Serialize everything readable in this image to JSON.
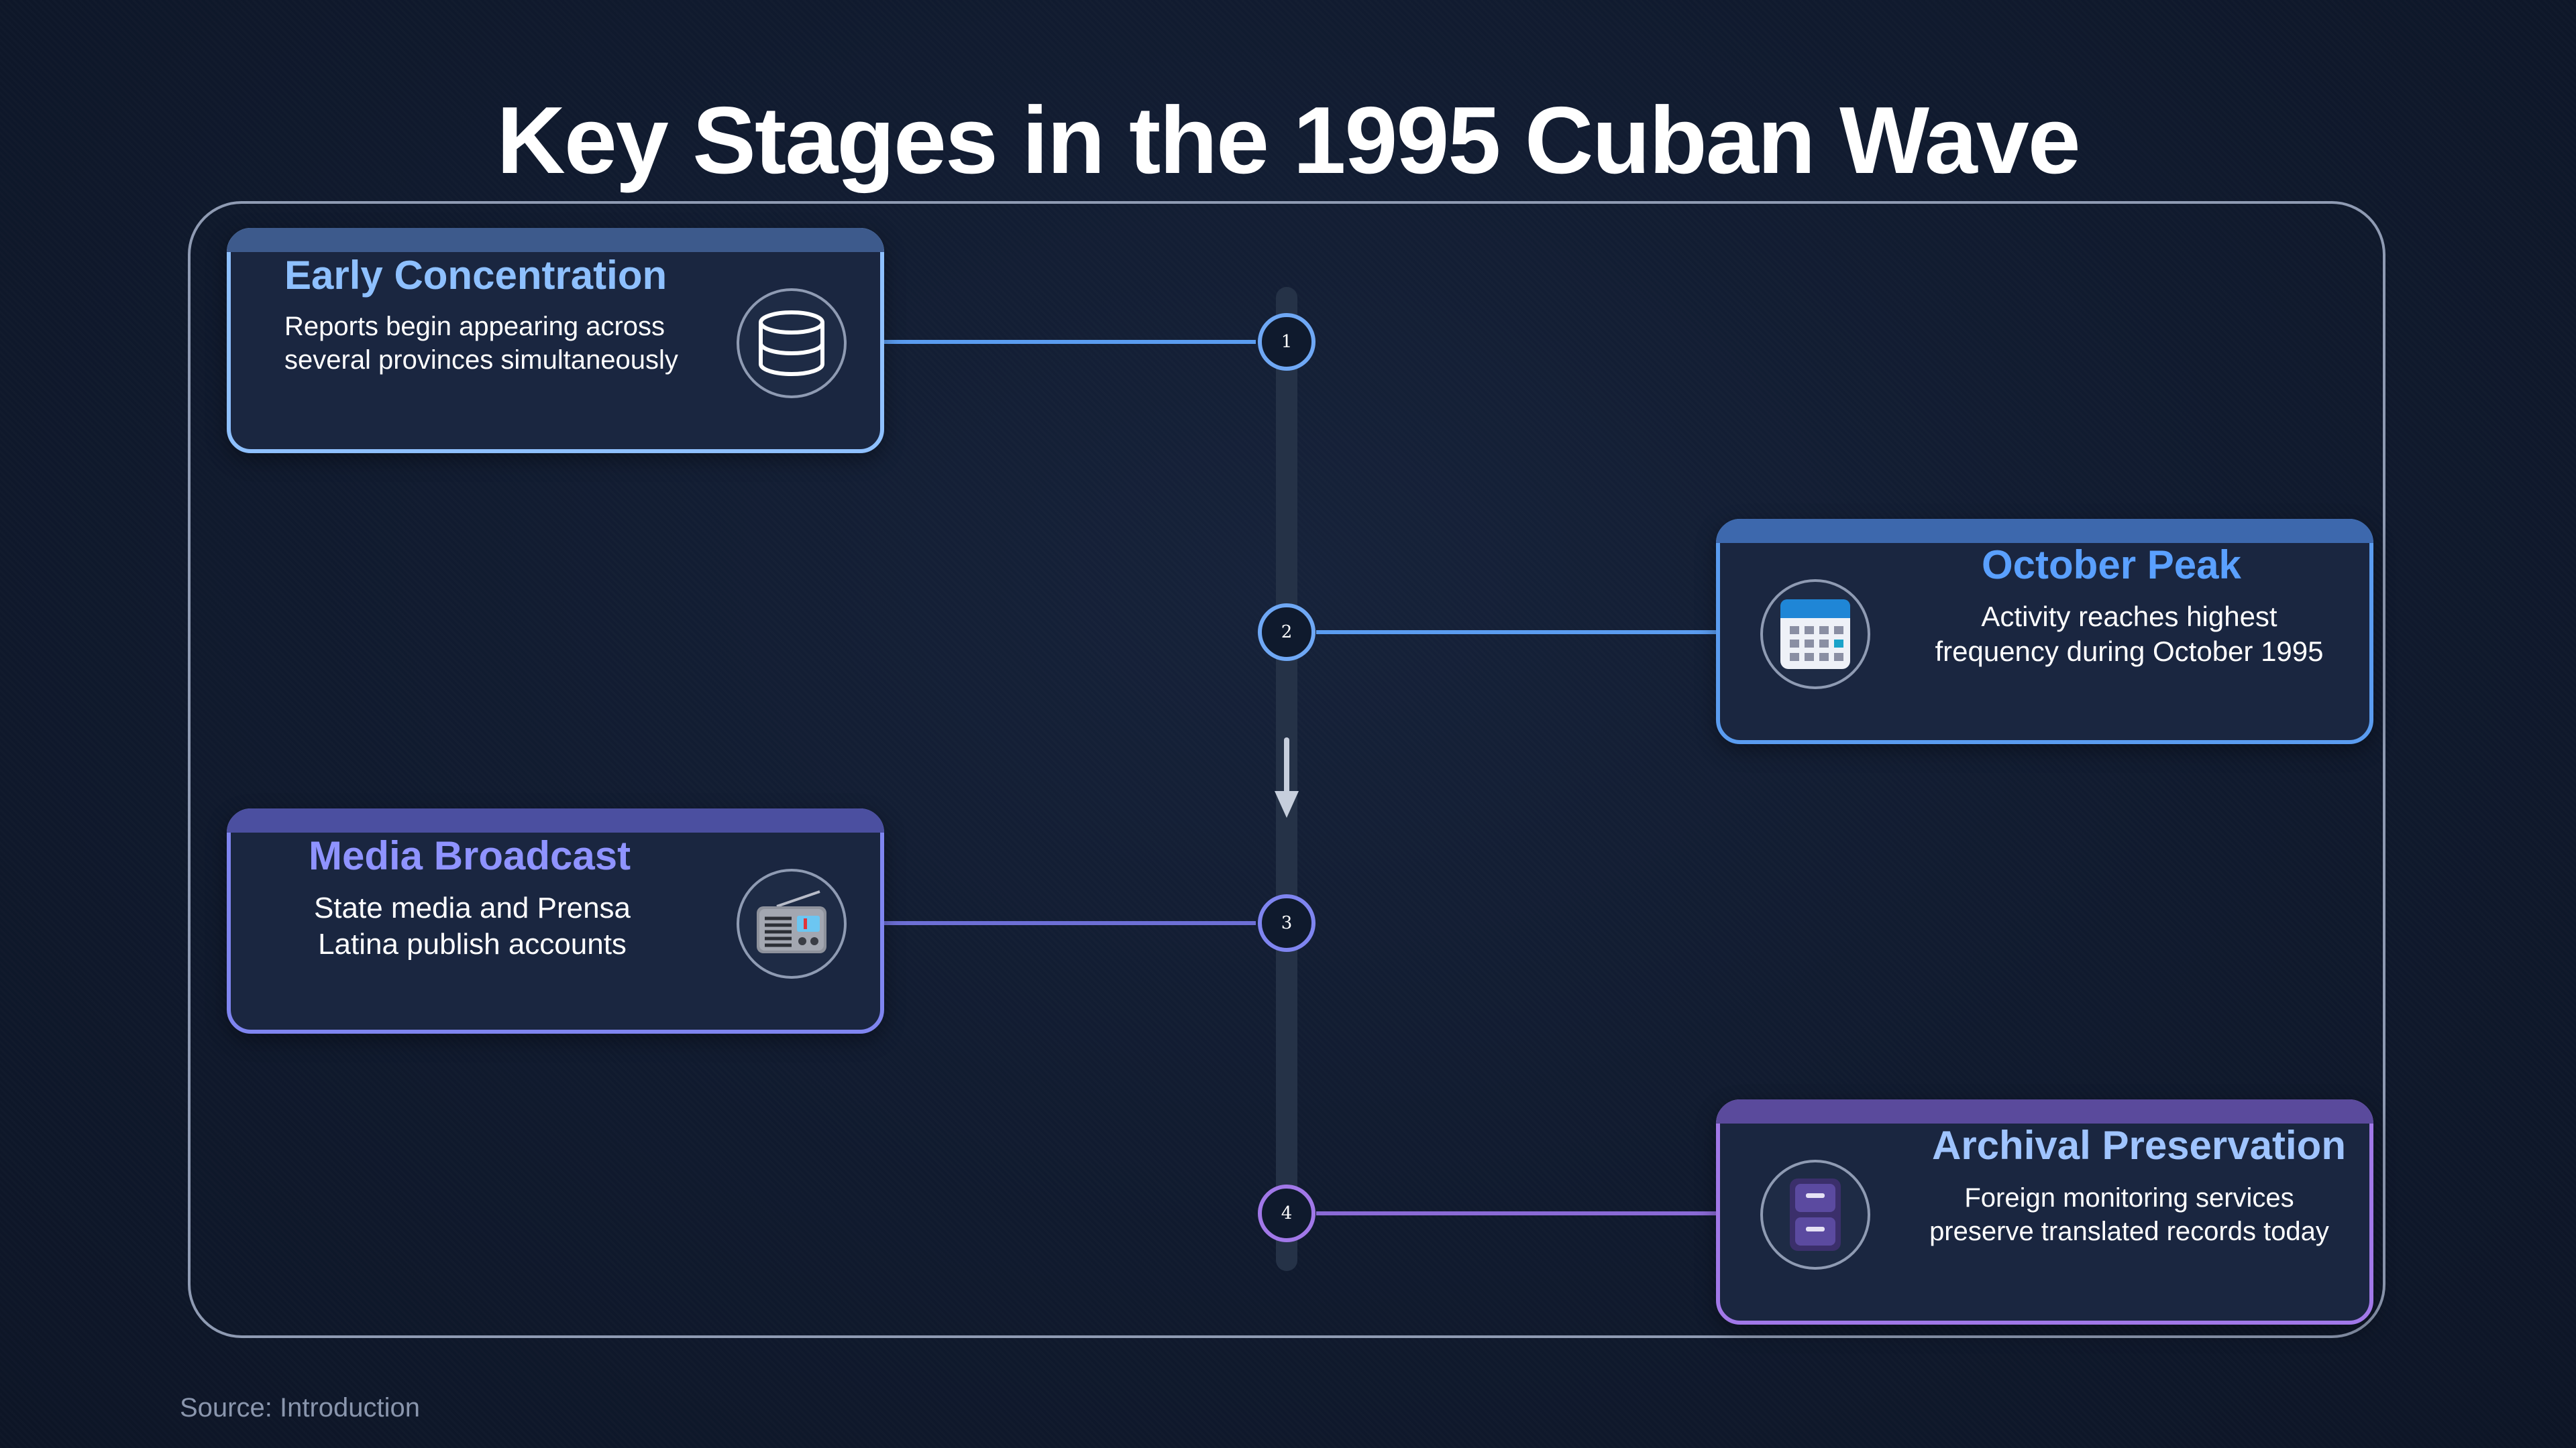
{
  "title": "Key Stages in the 1995 Cuban Wave",
  "source": "Source: Introduction",
  "stages": [
    {
      "number": "1",
      "title": "Early Concentration",
      "description_lines": [
        "Reports begin appearing across",
        "several provinces simultaneously"
      ],
      "icon": "database-icon",
      "color": "#8ec0ff"
    },
    {
      "number": "2",
      "title": "October Peak",
      "description_lines": [
        "Activity reaches highest",
        "frequency during October 1995"
      ],
      "icon": "calendar-icon",
      "color": "#5a9cf0"
    },
    {
      "number": "3",
      "title": "Media Broadcast",
      "description_lines": [
        "State media and Prensa",
        "Latina publish accounts"
      ],
      "icon": "radio-icon",
      "color": "#7f85f0"
    },
    {
      "number": "4",
      "title": "Archival Preservation",
      "description_lines": [
        "Foreign monitoring services",
        "preserve translated records today"
      ],
      "icon": "file-cabinet-icon",
      "color": "#a178e8"
    }
  ]
}
